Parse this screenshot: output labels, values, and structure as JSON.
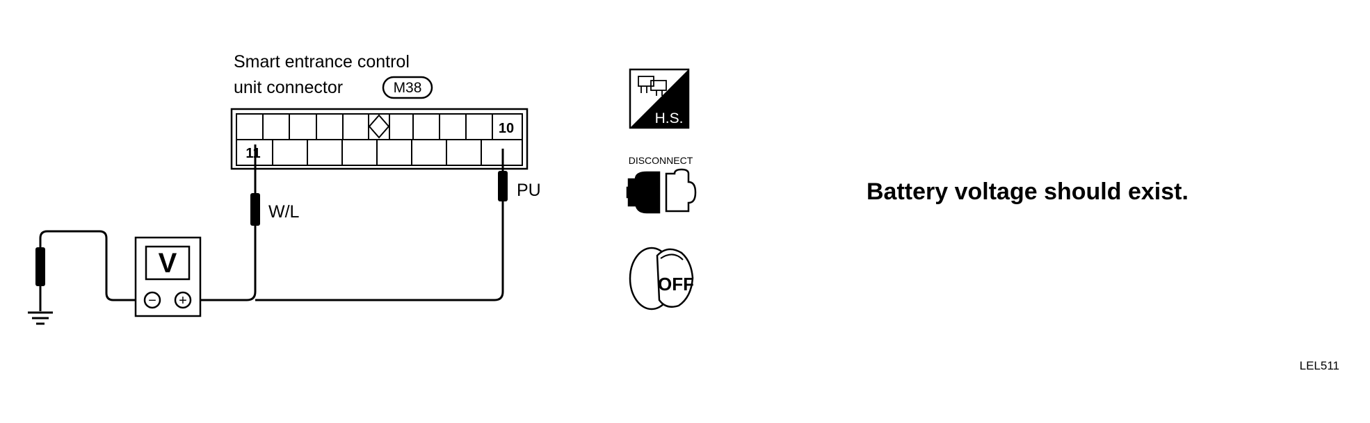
{
  "connector": {
    "title_line1": "Smart entrance control",
    "title_line2": "unit connector",
    "badge": "M38",
    "pin_top_right": "10",
    "pin_bottom_left": "11"
  },
  "wires": {
    "left_probe_color": "W/L",
    "right_probe_color": "PU"
  },
  "voltmeter": {
    "symbol": "V",
    "minus": "−",
    "plus": "+"
  },
  "icons": {
    "harness_side_text": "H.S.",
    "disconnect_label": "DISCONNECT",
    "ignition_text": "OFF"
  },
  "result": {
    "statement": "Battery voltage should exist."
  },
  "figure_code": "LEL511"
}
